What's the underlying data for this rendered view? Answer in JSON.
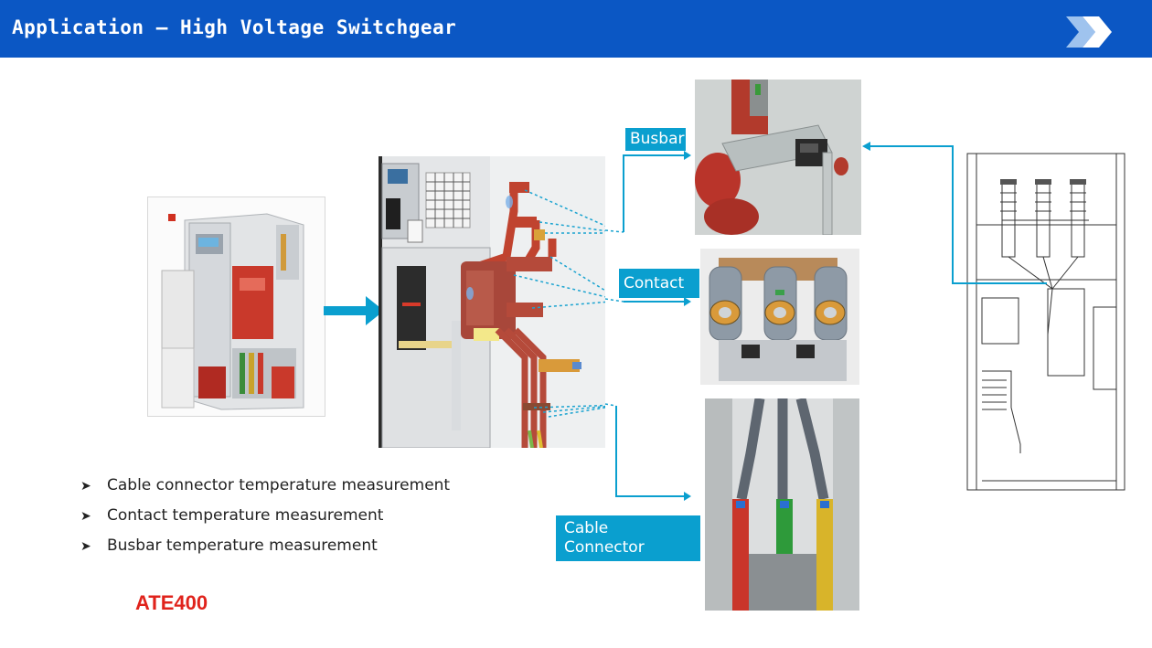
{
  "header": {
    "title": "Application – High Voltage Switchgear",
    "bg_color": "#0b57c4"
  },
  "labels": {
    "busbar": "Busbar",
    "contact": "Contact",
    "cable_connector_line1": "Cable",
    "cable_connector_line2": "Connector"
  },
  "bullets": [
    "Cable connector temperature measurement",
    "Contact temperature measurement",
    "Busbar temperature measurement"
  ],
  "bullet_marker": "➤",
  "product": "ATE400",
  "colors": {
    "accent": "#0a9fcf",
    "product": "#e0231c"
  }
}
